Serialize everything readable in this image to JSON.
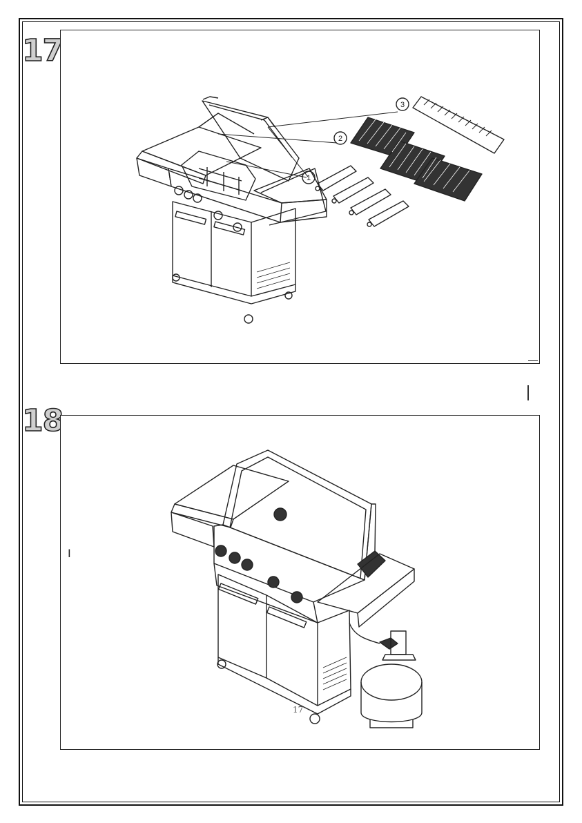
{
  "steps": [
    {
      "number": "17"
    },
    {
      "number": "18"
    }
  ],
  "callouts": [
    "1",
    "2",
    "3"
  ],
  "page_number": "17"
}
